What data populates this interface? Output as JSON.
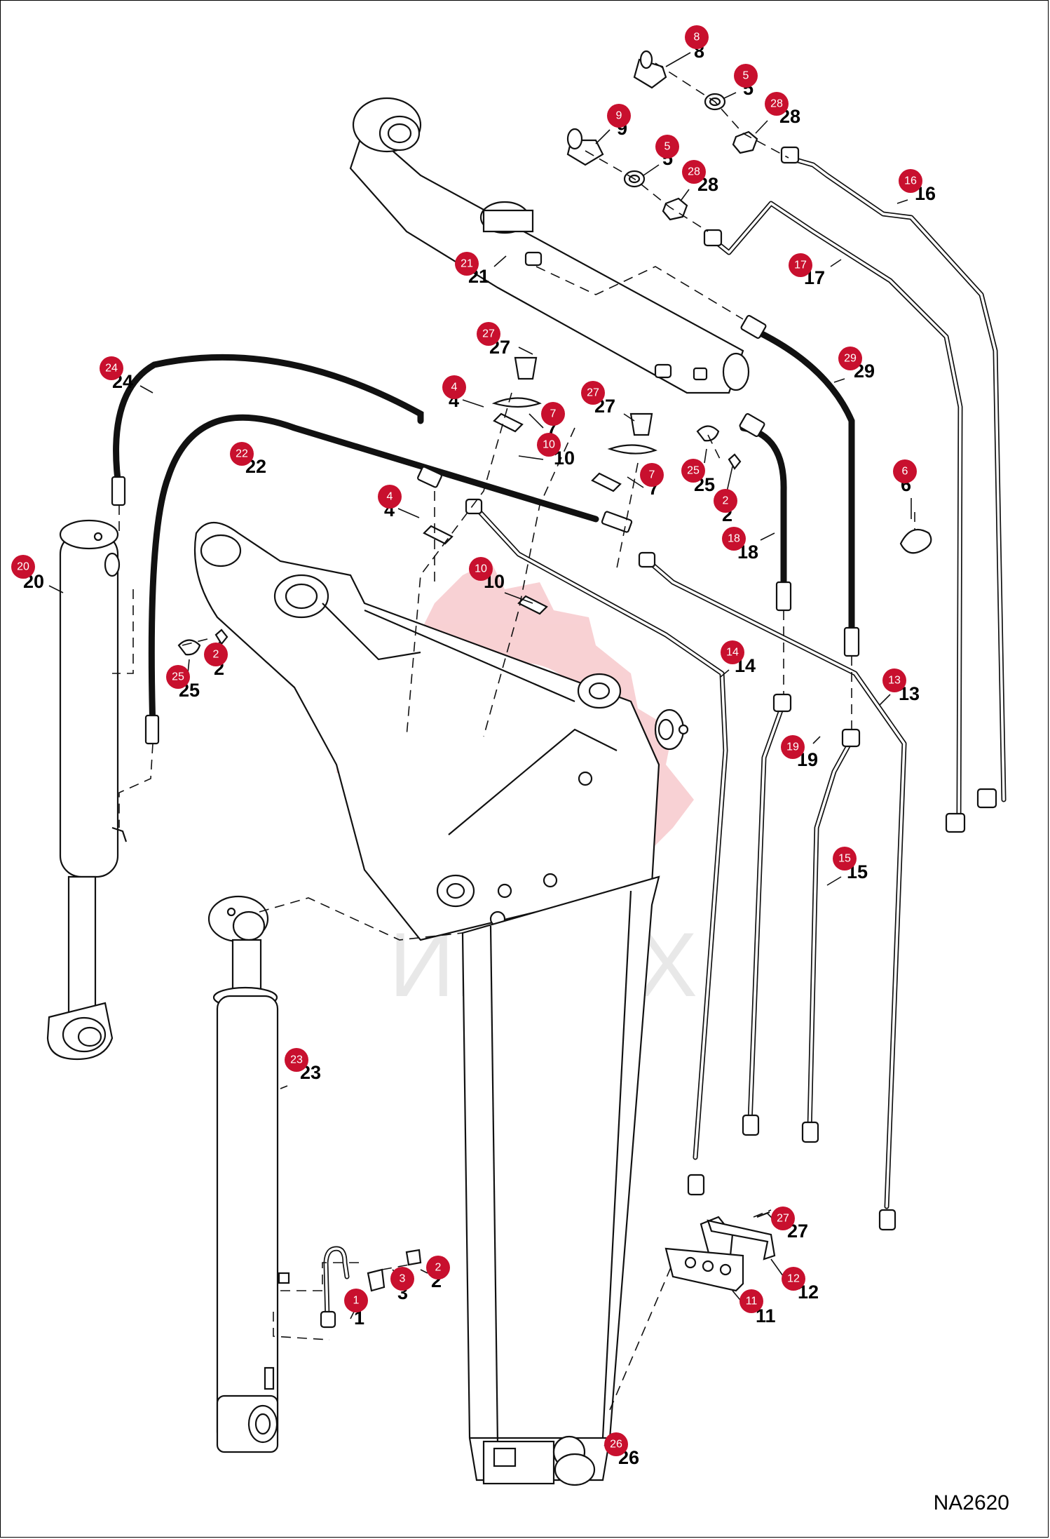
{
  "drawing_code": "NA2620",
  "watermark": {
    "text": "ИНТЕХ",
    "color": "#e8e8e8",
    "logo_color": "#f7c9cc"
  },
  "callout_color": "#c8102e",
  "callouts": [
    {
      "label": "1"
    },
    {
      "label": "2"
    },
    {
      "label": "2"
    },
    {
      "label": "2"
    },
    {
      "label": "3"
    },
    {
      "label": "4"
    },
    {
      "label": "4"
    },
    {
      "label": "5"
    },
    {
      "label": "5"
    },
    {
      "label": "6"
    },
    {
      "label": "7"
    },
    {
      "label": "7"
    },
    {
      "label": "8"
    },
    {
      "label": "9"
    },
    {
      "label": "10"
    },
    {
      "label": "10"
    },
    {
      "label": "11"
    },
    {
      "label": "12"
    },
    {
      "label": "13"
    },
    {
      "label": "14"
    },
    {
      "label": "15"
    },
    {
      "label": "16"
    },
    {
      "label": "17"
    },
    {
      "label": "18"
    },
    {
      "label": "19"
    },
    {
      "label": "20"
    },
    {
      "label": "21"
    },
    {
      "label": "22"
    },
    {
      "label": "23"
    },
    {
      "label": "24"
    },
    {
      "label": "25"
    },
    {
      "label": "25"
    },
    {
      "label": "26"
    },
    {
      "label": "27"
    },
    {
      "label": "27"
    },
    {
      "label": "27"
    },
    {
      "label": "28"
    },
    {
      "label": "28"
    },
    {
      "label": "29"
    }
  ]
}
